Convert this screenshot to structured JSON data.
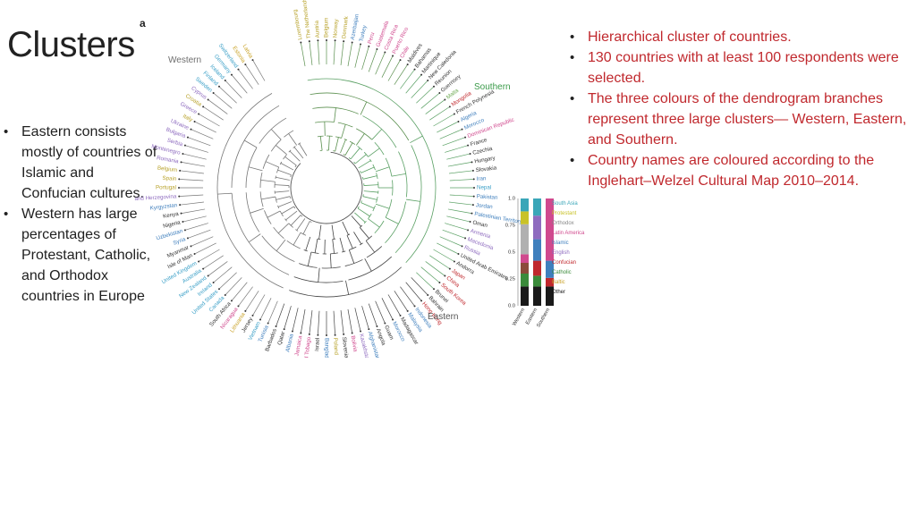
{
  "title": "Clusters",
  "figure": {
    "panel_letter": "a",
    "clusters": [
      {
        "name": "Western",
        "color": "#6e6e6e"
      },
      {
        "name": "Southern",
        "color": "#3b9b4a"
      },
      {
        "name": "Eastern",
        "color": "#555555"
      }
    ],
    "country_labels": [
      {
        "text": "Luxembourg",
        "color": "#b8a22a"
      },
      {
        "text": "The Netherlands",
        "color": "#b8a22a"
      },
      {
        "text": "Austria",
        "color": "#b8a22a"
      },
      {
        "text": "Belgium",
        "color": "#b8a22a"
      },
      {
        "text": "Norway",
        "color": "#b8a22a"
      },
      {
        "text": "Denmark",
        "color": "#b8a22a"
      },
      {
        "text": "Azerbaijan",
        "color": "#3f7fbd"
      },
      {
        "text": "Turkey",
        "color": "#3f7fbd"
      },
      {
        "text": "Peru",
        "color": "#d0498e"
      },
      {
        "text": "Guatemala",
        "color": "#d0498e"
      },
      {
        "text": "Costa Rica",
        "color": "#d0498e"
      },
      {
        "text": "Puerto Rico",
        "color": "#d0498e"
      },
      {
        "text": "Chile",
        "color": "#d0498e"
      },
      {
        "text": "Maldives",
        "color": "#333333"
      },
      {
        "text": "Bahamas",
        "color": "#333333"
      },
      {
        "text": "Martinique",
        "color": "#333333"
      },
      {
        "text": "New Caledonia",
        "color": "#333333"
      },
      {
        "text": "Reunion",
        "color": "#333333"
      },
      {
        "text": "Guernsey",
        "color": "#333333"
      },
      {
        "text": "Malta",
        "color": "#6aa84f"
      },
      {
        "text": "Mongolia",
        "color": "#c0282d"
      },
      {
        "text": "French Polynesia",
        "color": "#333333"
      },
      {
        "text": "Algeria",
        "color": "#3f7fbd"
      },
      {
        "text": "Morocco",
        "color": "#3f7fbd"
      },
      {
        "text": "Dominican Republic",
        "color": "#d0498e"
      },
      {
        "text": "France",
        "color": "#333333"
      },
      {
        "text": "Czechia",
        "color": "#333333"
      },
      {
        "text": "Hungary",
        "color": "#333333"
      },
      {
        "text": "Slovakia",
        "color": "#333333"
      },
      {
        "text": "Iran",
        "color": "#3f7fbd"
      },
      {
        "text": "Nepal",
        "color": "#3a9fc7"
      },
      {
        "text": "Pakistan",
        "color": "#3f7fbd"
      },
      {
        "text": "Jordan",
        "color": "#3f7fbd"
      },
      {
        "text": "Palestinian Territory",
        "color": "#3f7fbd"
      },
      {
        "text": "Oman",
        "color": "#333333"
      },
      {
        "text": "Armenia",
        "color": "#8e6bbf"
      },
      {
        "text": "Macedonia",
        "color": "#8e6bbf"
      },
      {
        "text": "Russia",
        "color": "#8e6bbf"
      },
      {
        "text": "United Arab Emirates",
        "color": "#333333"
      },
      {
        "text": "Andorra",
        "color": "#333333"
      },
      {
        "text": "Japan",
        "color": "#c0282d"
      },
      {
        "text": "China",
        "color": "#c0282d"
      },
      {
        "text": "South Korea",
        "color": "#c0282d"
      },
      {
        "text": "Brunei",
        "color": "#333333"
      },
      {
        "text": "Bahrain",
        "color": "#333333"
      },
      {
        "text": "Hong Kong",
        "color": "#c0282d"
      },
      {
        "text": "Indonesia",
        "color": "#3f7fbd"
      },
      {
        "text": "Malaysia",
        "color": "#3f7fbd"
      },
      {
        "text": "Madagascar",
        "color": "#333333"
      },
      {
        "text": "Morocco",
        "color": "#3f7fbd"
      },
      {
        "text": "Guam",
        "color": "#333333"
      },
      {
        "text": "Angola",
        "color": "#333333"
      },
      {
        "text": "Afghanistan",
        "color": "#3f7fbd"
      },
      {
        "text": "Kazakhstan",
        "color": "#8e6bbf"
      },
      {
        "text": "Bolivia",
        "color": "#d0498e"
      },
      {
        "text": "Slovenia",
        "color": "#333333"
      },
      {
        "text": "Poland",
        "color": "#b8a22a"
      },
      {
        "text": "Bangladesh",
        "color": "#3f7fbd"
      },
      {
        "text": "Israel",
        "color": "#333333"
      },
      {
        "text": "Trinidad and Tobago",
        "color": "#d0498e"
      },
      {
        "text": "Jamaica",
        "color": "#d0498e"
      },
      {
        "text": "Albania",
        "color": "#3f7fbd"
      },
      {
        "text": "Qatar",
        "color": "#333333"
      },
      {
        "text": "Barbados",
        "color": "#333333"
      },
      {
        "text": "Tunisia",
        "color": "#3f7fbd"
      },
      {
        "text": "Vietnam",
        "color": "#3a9fc7"
      },
      {
        "text": "Jersey",
        "color": "#333333"
      },
      {
        "text": "Lithuania",
        "color": "#c9a227"
      },
      {
        "text": "Nicaragua",
        "color": "#d0498e"
      },
      {
        "text": "South Africa",
        "color": "#333333"
      },
      {
        "text": "Canada",
        "color": "#3a9fc7"
      },
      {
        "text": "United States",
        "color": "#3a9fc7"
      },
      {
        "text": "Ireland",
        "color": "#3a9fc7"
      },
      {
        "text": "New Zealand",
        "color": "#3a9fc7"
      },
      {
        "text": "Australia",
        "color": "#3a9fc7"
      },
      {
        "text": "United Kingdom",
        "color": "#3a9fc7"
      },
      {
        "text": "Isle of Man",
        "color": "#333333"
      },
      {
        "text": "Myanmar",
        "color": "#333333"
      },
      {
        "text": "Syria",
        "color": "#3f7fbd"
      },
      {
        "text": "Uzbekistan",
        "color": "#3f7fbd"
      },
      {
        "text": "Nigeria",
        "color": "#333333"
      },
      {
        "text": "Kenya",
        "color": "#333333"
      },
      {
        "text": "Kyrgyzstan",
        "color": "#3f7fbd"
      },
      {
        "text": "Bosnia and Herzegovina",
        "color": "#8e6bbf"
      },
      {
        "text": "Portugal",
        "color": "#b8a22a"
      },
      {
        "text": "Spain",
        "color": "#b8a22a"
      },
      {
        "text": "Belgium",
        "color": "#b8a22a"
      },
      {
        "text": "Romania",
        "color": "#8e6bbf"
      },
      {
        "text": "Montenegro",
        "color": "#8e6bbf"
      },
      {
        "text": "Serbia",
        "color": "#8e6bbf"
      },
      {
        "text": "Bulgaria",
        "color": "#8e6bbf"
      },
      {
        "text": "Ukraine",
        "color": "#8e6bbf"
      },
      {
        "text": "Italy",
        "color": "#b8a22a"
      },
      {
        "text": "Greece",
        "color": "#8e6bbf"
      },
      {
        "text": "Croatia",
        "color": "#b8a22a"
      },
      {
        "text": "Cyprus",
        "color": "#8e6bbf"
      },
      {
        "text": "Sweden",
        "color": "#3a9fc7"
      },
      {
        "text": "Finland",
        "color": "#3a9fc7"
      },
      {
        "text": "Iceland",
        "color": "#3a9fc7"
      },
      {
        "text": "Germany",
        "color": "#3a9fc7"
      },
      {
        "text": "Switzerland",
        "color": "#3a9fc7"
      },
      {
        "text": "Estonia",
        "color": "#c9a227"
      },
      {
        "text": "Latvia",
        "color": "#c9a227"
      }
    ],
    "stacked_bars": {
      "yticks": [
        "0.0",
        "0.25",
        "0.5",
        "0.75",
        "1.0"
      ],
      "bars": [
        {
          "name": "Western",
          "segments": [
            {
              "value": 0.18,
              "color": "#1a1a1a"
            },
            {
              "value": 0.12,
              "color": "#3b8b3b"
            },
            {
              "value": 0.1,
              "color": "#8b4a3a"
            },
            {
              "value": 0.08,
              "color": "#d0498e"
            },
            {
              "value": 0.28,
              "color": "#b0b0b0"
            },
            {
              "value": 0.12,
              "color": "#c9c228"
            },
            {
              "value": 0.12,
              "color": "#3aa6b8"
            }
          ]
        },
        {
          "name": "Eastern",
          "segments": [
            {
              "value": 0.18,
              "color": "#1a1a1a"
            },
            {
              "value": 0.1,
              "color": "#3b8b3b"
            },
            {
              "value": 0.14,
              "color": "#c0282d"
            },
            {
              "value": 0.2,
              "color": "#3f7fbd"
            },
            {
              "value": 0.22,
              "color": "#8e6bbf"
            },
            {
              "value": 0.16,
              "color": "#3aa6b8"
            }
          ]
        },
        {
          "name": "Southern",
          "segments": [
            {
              "value": 0.18,
              "color": "#1a1a1a"
            },
            {
              "value": 0.08,
              "color": "#c0282d"
            },
            {
              "value": 0.16,
              "color": "#3f7fbd"
            },
            {
              "value": 0.58,
              "color": "#d0498e"
            }
          ]
        }
      ],
      "legend": [
        {
          "text": "South Asia",
          "color": "#3aa6b8"
        },
        {
          "text": "Protestant",
          "color": "#c9c228"
        },
        {
          "text": "Orthodox",
          "color": "#888888"
        },
        {
          "text": "Latin America",
          "color": "#d0498e"
        },
        {
          "text": "Islamic",
          "color": "#3f7fbd"
        },
        {
          "text": "English",
          "color": "#8e6bbf"
        },
        {
          "text": "Confucian",
          "color": "#c0282d"
        },
        {
          "text": "Catholic",
          "color": "#3b8b3b"
        },
        {
          "text": "Baltic",
          "color": "#c9a227"
        },
        {
          "text": "Other",
          "color": "#1a1a1a"
        }
      ]
    }
  },
  "left_bullets": [
    "Eastern consists mostly of countries of Islamic and Confucian cultures.",
    "Western has large percentages of Protestant, Catholic, and Orthodox countries in Europe"
  ],
  "right_bullets": [
    "Hierarchical cluster of countries.",
    "130 countries with at least 100 respondents were selected.",
    "The three colours of the dendrogram branches represent three large clusters— Western, Eastern, and Southern.",
    "Country names are coloured according to the Inglehart–Welzel Cultural Map 2010–2014."
  ]
}
